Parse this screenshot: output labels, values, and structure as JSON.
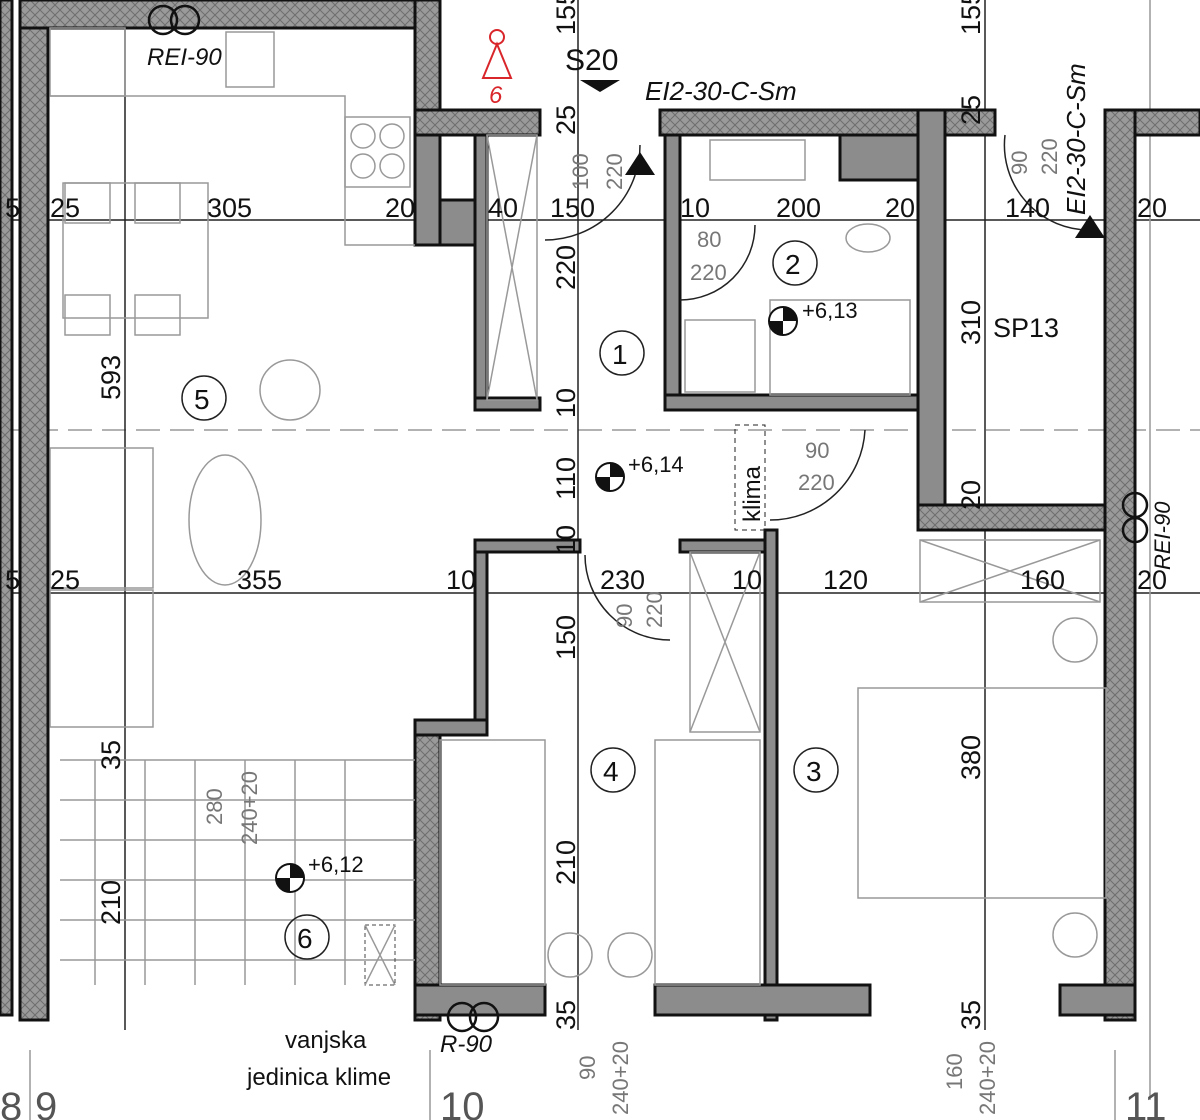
{
  "rooms": [
    {
      "number": "1"
    },
    {
      "number": "2"
    },
    {
      "number": "3"
    },
    {
      "number": "4"
    },
    {
      "number": "5"
    },
    {
      "number": "6"
    }
  ],
  "levels": {
    "hall": "+6,14",
    "bath": "+6,13",
    "terrace": "+6,12"
  },
  "labels": {
    "stair": "S20",
    "door_rating_entrance": "EI2-30-C-Sm",
    "door_rating_right": "EI2-30-C-Sm",
    "rei_top": "REI-90",
    "rei_right": "REI-90",
    "r90": "R-90",
    "shaft": "SP13",
    "klima": "klima",
    "outdoor_unit_line1": "vanjska",
    "outdoor_unit_line2": "jedinica klime",
    "north_marker": "6"
  },
  "grid_axes": [
    "8",
    "9",
    "10",
    "11"
  ],
  "dimensions": {
    "row1": [
      "5",
      "25",
      "305",
      "20",
      "40",
      "150",
      "10",
      "200",
      "20",
      "140",
      "20"
    ],
    "row2": [
      "5",
      "25",
      "355",
      "10",
      "230",
      "10",
      "120",
      "160",
      "20"
    ],
    "vertical": [
      "593",
      "35",
      "210",
      "220",
      "10",
      "110",
      "10",
      "150",
      "210",
      "35",
      "310",
      "20",
      "380",
      "35",
      "25",
      "25",
      "155",
      "155"
    ],
    "doors": [
      {
        "w": "100",
        "h": "220"
      },
      {
        "w": "80",
        "h": "220"
      },
      {
        "w": "90",
        "h": "220"
      },
      {
        "w": "90",
        "h": "220"
      },
      {
        "w": "90",
        "h": "220"
      }
    ],
    "windows": [
      {
        "w": "280",
        "h": "240+20"
      },
      {
        "w": "90",
        "h": "240+20"
      },
      {
        "w": "160",
        "h": "240+20"
      }
    ]
  },
  "colors": {
    "accent_red": "#d9262b",
    "wall_grey": "#8c8c8c"
  }
}
